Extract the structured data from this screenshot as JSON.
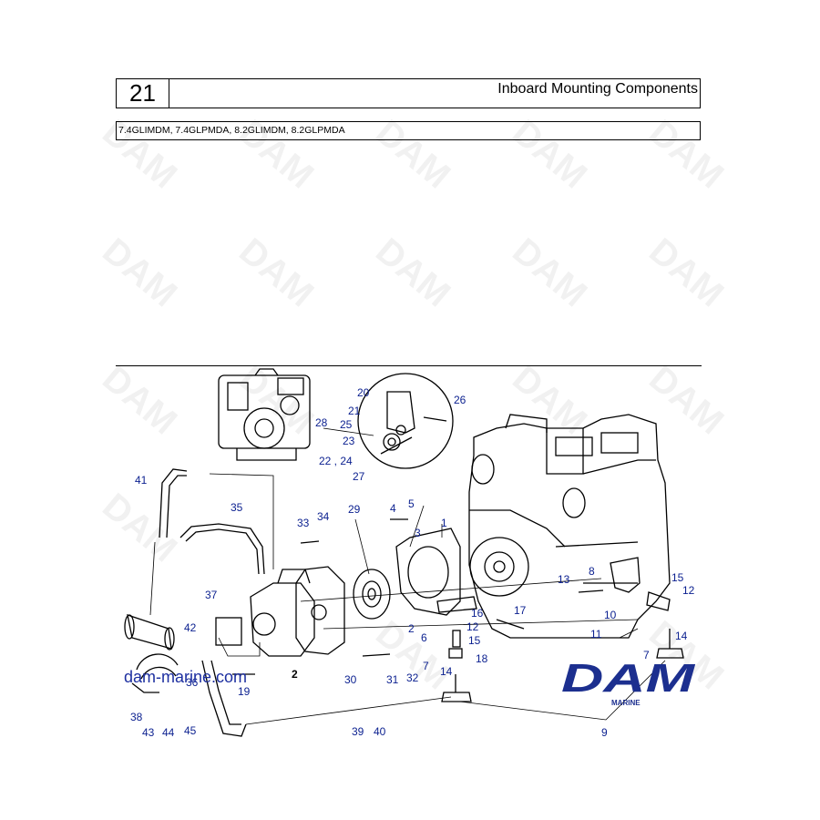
{
  "header": {
    "section_number": "21",
    "title": "Inboard Mounting Components"
  },
  "models": {
    "text": "7.4GLIMDM, 7.4GLPMDA, 8.2GLIMDM, 8.2GLPMDA"
  },
  "watermark": "DAM",
  "website": "dam-marine.com",
  "logo": {
    "main": "DAM",
    "sub": "MARINE",
    "color": "#1c2f8f"
  },
  "callouts": {
    "c1": "1",
    "c2": "2",
    "c2b": "2",
    "c3": "3",
    "c4": "4",
    "c5": "5",
    "c6": "6",
    "c7": "7",
    "c7b": "7",
    "c8": "8",
    "c9": "9",
    "c10": "10",
    "c11": "11",
    "c12": "12",
    "c12b": "12",
    "c13": "13",
    "c14": "14",
    "c14b": "14",
    "c15": "15",
    "c15b": "15",
    "c16": "16",
    "c17": "17",
    "c18": "18",
    "c19": "19",
    "c20": "20",
    "c21": "21",
    "c2224": "22 , 24",
    "c23": "23",
    "c25": "25",
    "c26": "26",
    "c27": "27",
    "c28": "28",
    "c29": "29",
    "c30": "30",
    "c31": "31",
    "c32": "32",
    "c33": "33",
    "c34": "34",
    "c35": "35",
    "c36": "36",
    "c37": "37",
    "c38": "38",
    "c39": "39",
    "c40": "40",
    "c41": "41",
    "c42": "42",
    "c43": "43",
    "c44": "44",
    "c45": "45"
  }
}
